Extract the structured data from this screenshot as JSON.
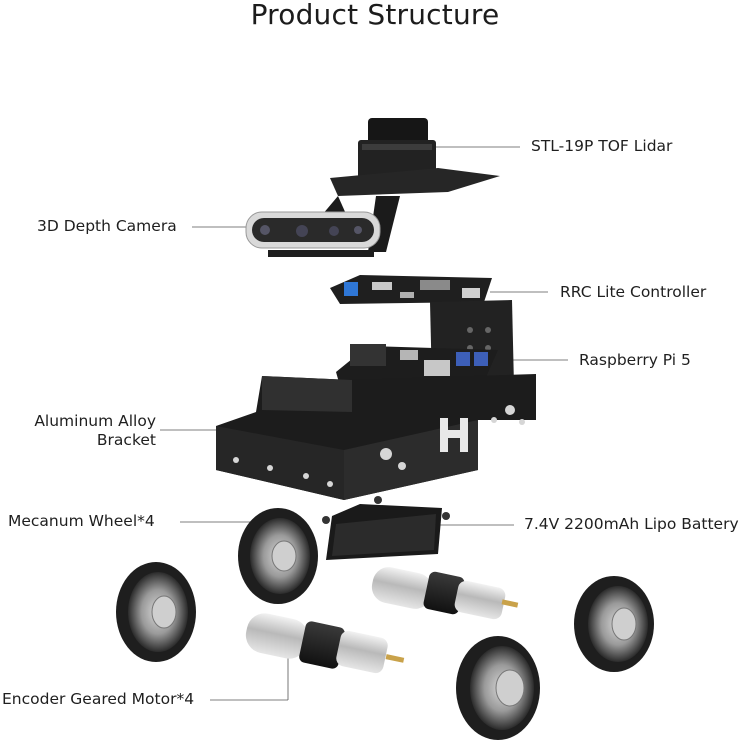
{
  "title": "Product Structure",
  "labels": {
    "lidar": "STL-19P TOF Lidar",
    "camera": "3D Depth Camera",
    "controller": "RRC Lite Controller",
    "raspberry": "Raspberry Pi 5",
    "bracket_line1": "Aluminum Alloy",
    "bracket_line2": "Bracket",
    "wheel": "Mecanum Wheel*4",
    "battery": "7.4V 2200mAh Lipo Battery",
    "motor": "Encoder Geared Motor*4"
  }
}
